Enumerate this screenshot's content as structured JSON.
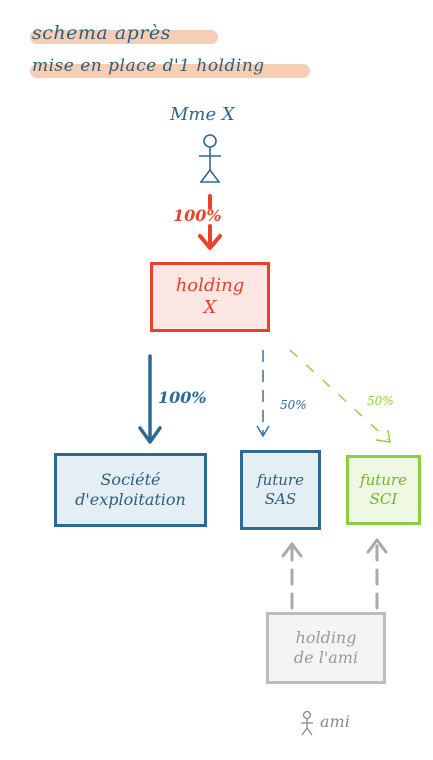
{
  "title": {
    "line1": "schema après",
    "line2": "mise en place d'1 holding"
  },
  "person": {
    "label": "Mme X",
    "icon": "person-icon"
  },
  "links": {
    "person_to_holding": "100%",
    "holding_to_exploitation": "100%",
    "holding_to_sas": "50%",
    "holding_to_sci": "50%"
  },
  "boxes": {
    "holding": {
      "line1": "holding",
      "line2": "X"
    },
    "exploitation": {
      "line1": "Société",
      "line2": "d'exploitation"
    },
    "sas": {
      "line1": "future",
      "line2": "SAS"
    },
    "sci": {
      "line1": "future",
      "line2": "SCI"
    },
    "ami_holding": {
      "line1": "holding",
      "line2": "de l'ami"
    }
  },
  "ami": {
    "label": "ami",
    "icon": "person-icon"
  },
  "colors": {
    "title_highlight": "#f4c4a8",
    "title_text": "#2d5f7c",
    "holding": "#e8432a",
    "blue": "#2d6a93",
    "green": "#8ccf3c",
    "grey": "#bdbdbd"
  }
}
